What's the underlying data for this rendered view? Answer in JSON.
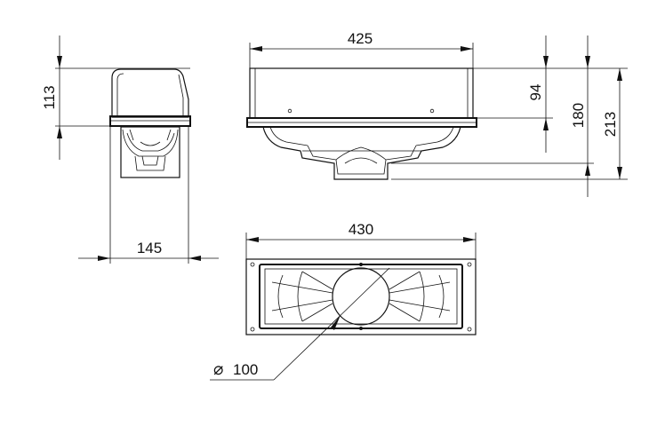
{
  "dimensions": {
    "side_height": "113",
    "side_width": "145",
    "front_width": "425",
    "front_h1": "94",
    "front_h2": "180",
    "front_h3": "213",
    "bottom_width": "430",
    "pipe_diameter": "100"
  },
  "symbols": {
    "diameter": "⌀"
  }
}
